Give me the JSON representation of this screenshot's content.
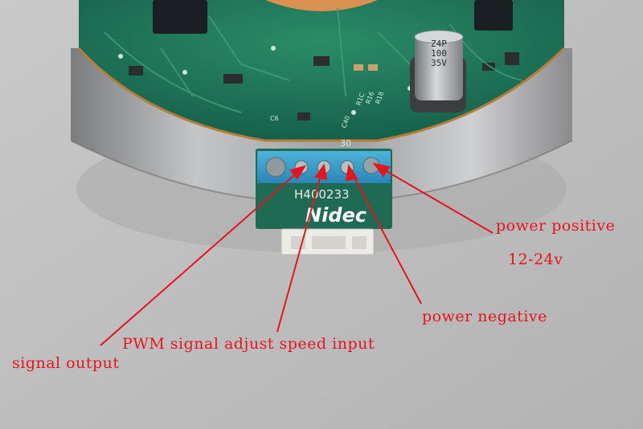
{
  "photo": {
    "pcb_text": {
      "part_number": "H400233",
      "brand_logo": "Nidec",
      "pin_marker": "30"
    },
    "capacitor_text": [
      "Z4P",
      "100",
      "35V"
    ],
    "silkscreen": [
      "C40",
      "R18",
      "R16",
      "R1C",
      "C6"
    ]
  },
  "annotations": {
    "power_positive": "power positive",
    "voltage_range": "12-24v",
    "power_negative": "power negative",
    "pwm_input": "PWM signal adjust speed input",
    "signal_output": "signal output"
  },
  "colors": {
    "annotation": "#e8141c",
    "pcb_green": "#1f7a5a",
    "motor_housing": "#a9aaa9",
    "background": "#bdbdbd"
  }
}
